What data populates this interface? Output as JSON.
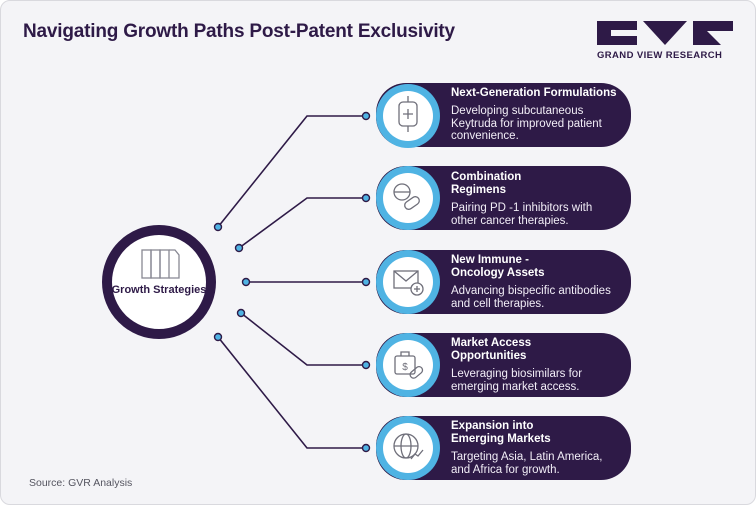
{
  "header": {
    "title": "Navigating Growth Paths Post-Patent Exclusivity",
    "logo_text": "GRAND VIEW RESEARCH"
  },
  "center": {
    "label": "Growth Strategies",
    "icon": "document-stack-icon"
  },
  "strategies": [
    {
      "title": "Next-Generation Formulations",
      "description": "Developing subcutaneous Keytruda for improved patient convenience.",
      "icon": "iv-bag-icon"
    },
    {
      "title": "Combination Regimens",
      "description": "Pairing PD -1 inhibitors with other cancer therapies.",
      "icon": "pills-icon"
    },
    {
      "title": "New Immune - Oncology Assets",
      "description": "Advancing bispecific antibodies and cell therapies.",
      "icon": "medical-mail-icon"
    },
    {
      "title": "Market Access Opportunities",
      "description": "Leveraging biosimilars for emerging market access.",
      "icon": "medical-bag-icon"
    },
    {
      "title": "Expansion into Emerging Markets",
      "description": "Targeting Asia, Latin America, and Africa for growth.",
      "icon": "globe-growth-icon"
    }
  ],
  "footer": {
    "source": "Source: GVR Analysis"
  },
  "colors": {
    "dark_purple": "#2e1a47",
    "accent_blue": "#4fb3e3",
    "background": "#f4f4f7"
  }
}
